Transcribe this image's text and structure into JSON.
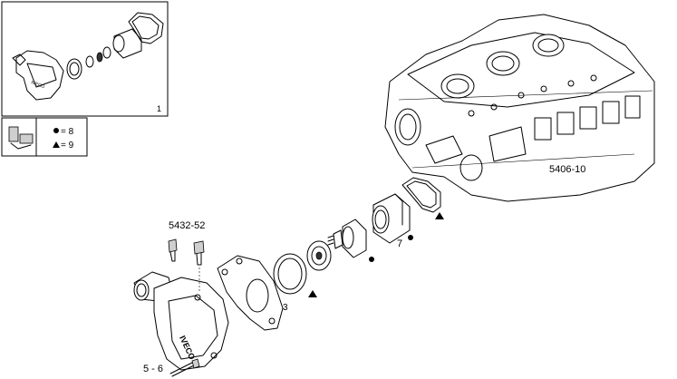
{
  "diagram": {
    "labels": {
      "inset_ref": "1",
      "legend_circle_value": "= 8",
      "legend_triangle_value": "= 9",
      "engine_block_ref": "5406-10",
      "sensor_ref": "5432-52",
      "thermostat_ref": "7",
      "gasket_ref": "3",
      "bolt_ref": "5 - 6",
      "housing_brand": "IVECO",
      "inset_brand": "IVECO"
    }
  }
}
